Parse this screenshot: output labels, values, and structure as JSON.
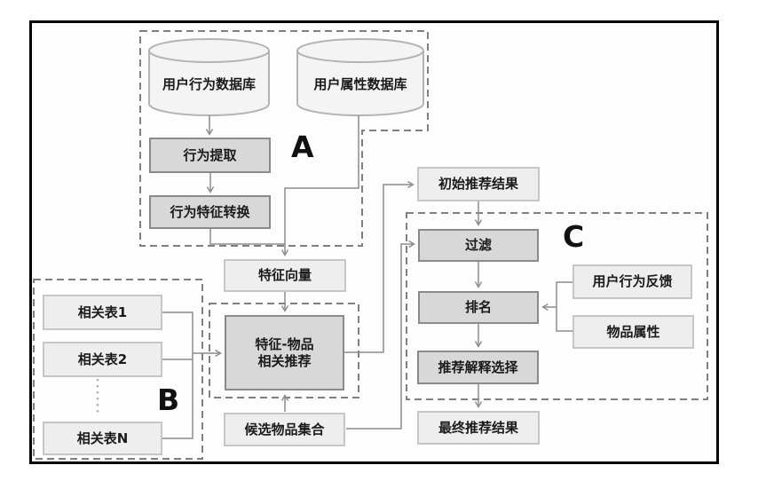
{
  "diagram": {
    "groups": {
      "a": "A",
      "b": "B",
      "c": "C"
    },
    "databases": {
      "behavior_db": "用户行为数据库",
      "attribute_db": "用户属性数据库"
    },
    "nodes": {
      "behavior_extraction": "行为提取",
      "behavior_feature_transform": "行为特征转换",
      "feature_vector": "特征向量",
      "initial_results": "初始推荐结果",
      "related_table_1": "相关表1",
      "related_table_2": "相关表2",
      "related_table_n": "相关表N",
      "feature_item_rec": "特征-物品\n相关推荐",
      "candidate_items": "候选物品集合",
      "filter": "过滤",
      "ranking": "排名",
      "user_behavior_feedback": "用户行为反馈",
      "item_attributes": "物品属性",
      "explanation_selection": "推荐解释选择",
      "final_results": "最终推荐结果"
    },
    "colors": {
      "frame_border": "#000000",
      "process_fill": "#d8d8d8",
      "process_border": "#8a8a8a",
      "data_fill": "#eeeeee",
      "data_border": "#c6c6c6",
      "cylinder_fill": "#f4f4f4",
      "cylinder_border": "#b3b3b3",
      "dashed_group_border": "#7f7f7f",
      "connector": "#8c8c8c",
      "text": "#1a1a1a"
    }
  }
}
